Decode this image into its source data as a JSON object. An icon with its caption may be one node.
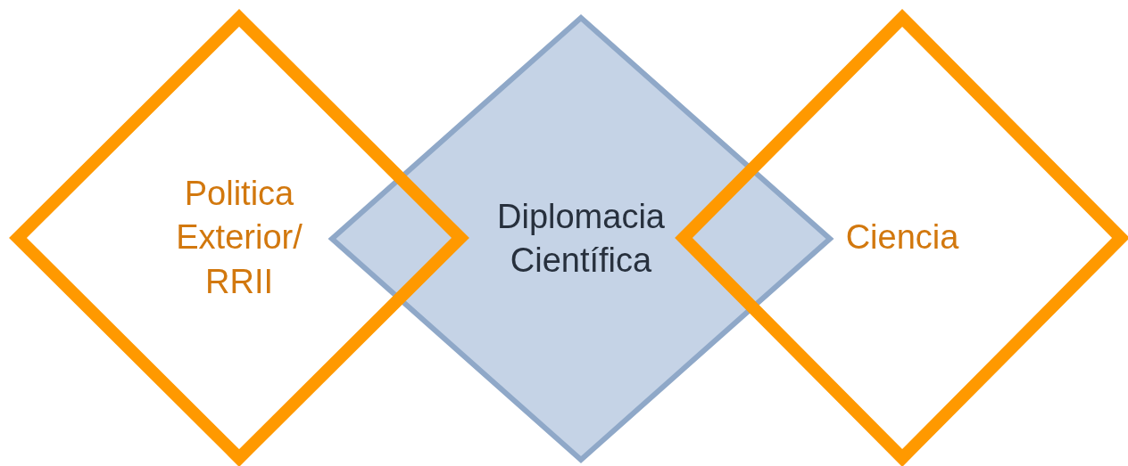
{
  "diagram": {
    "nodes": [
      {
        "text": [
          "Politica Exterior/ RRII"
        ]
      },
      {
        "text": [
          "Diplomacia Científica"
        ]
      },
      {
        "text": [
          "Ciencia"
        ]
      }
    ]
  }
}
